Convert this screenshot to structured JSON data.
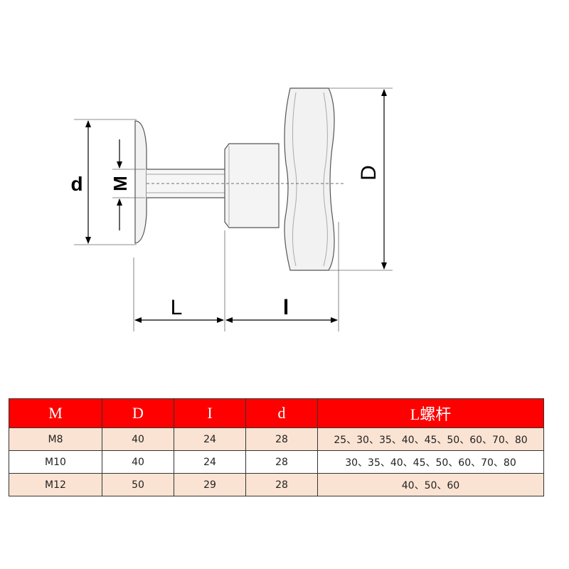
{
  "drawing": {
    "labels": {
      "d": "d",
      "M": "M",
      "D": "D",
      "L": "L",
      "l": "l"
    }
  },
  "table": {
    "header": {
      "M": "M",
      "D": "D",
      "I": "I",
      "d": "d",
      "L": "L螺杆"
    },
    "rows": [
      {
        "M": "M8",
        "D": "40",
        "I": "24",
        "d": "28",
        "L": "25、30、35、40、45、50、60、70、80"
      },
      {
        "M": "M10",
        "D": "40",
        "I": "24",
        "d": "28",
        "L": "30、35、40、45、50、60、70、80"
      },
      {
        "M": "M12",
        "D": "50",
        "I": "29",
        "d": "28",
        "L": "40、50、60"
      }
    ],
    "colors": {
      "header_bg": "#ff0000",
      "header_text": "#ffffff",
      "odd_row_bg": "#fbe3d3",
      "even_row_bg": "#ffffff"
    }
  }
}
